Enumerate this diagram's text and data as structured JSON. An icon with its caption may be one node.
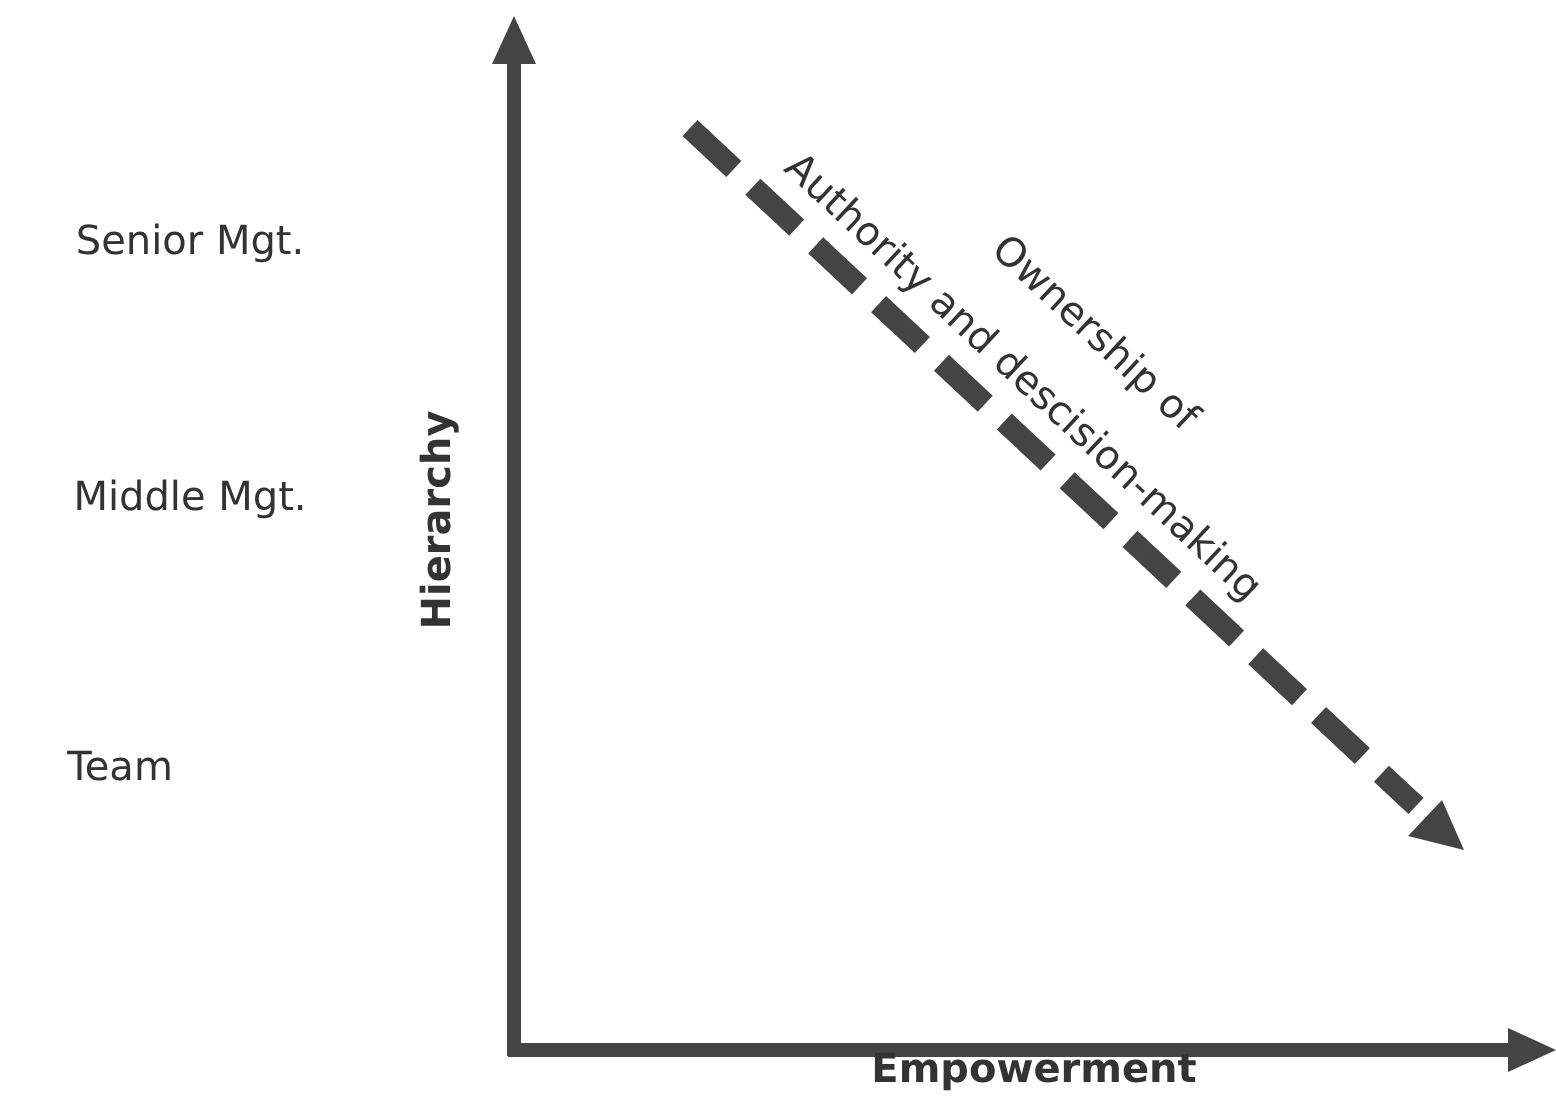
{
  "diagram": {
    "labels": [
      "Senior Mgt.",
      "Middle Mgt.",
      "Team",
      "Hierarchy",
      "Empowerment",
      "Ownership of",
      "Authority and descision-making"
    ]
  }
}
